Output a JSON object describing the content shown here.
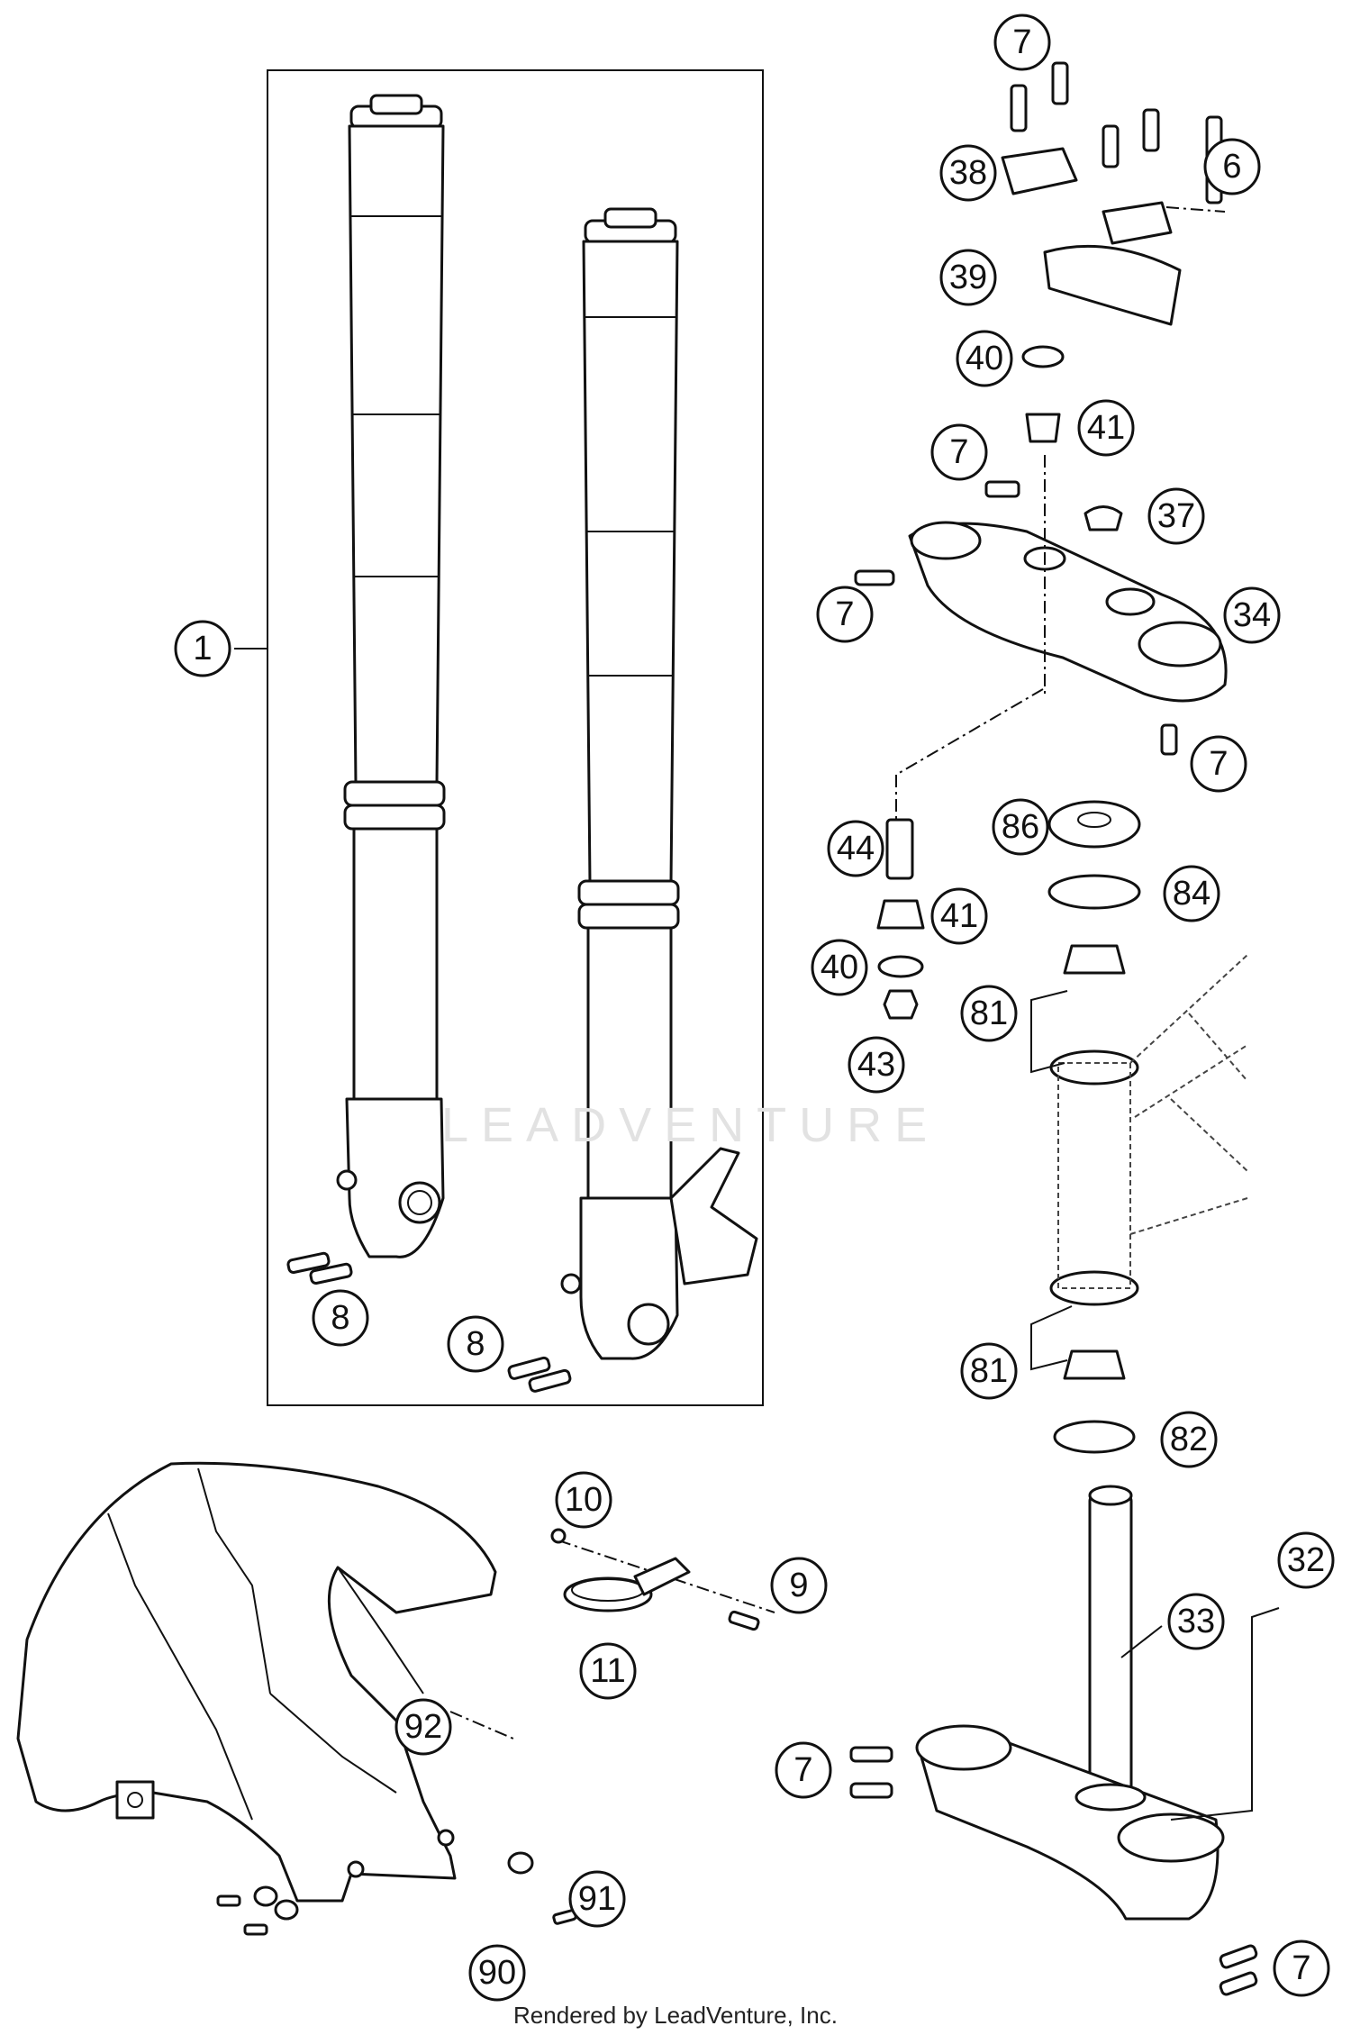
{
  "watermark": "LEADVENTURE",
  "footer": "Rendered by LeadVenture, Inc.",
  "callouts": {
    "c1": "1",
    "c6": "6",
    "c7a": "7",
    "c7b": "7",
    "c7c": "7",
    "c7d": "7",
    "c7e": "7",
    "c7f": "7",
    "c8a": "8",
    "c8b": "8",
    "c9": "9",
    "c10": "10",
    "c11": "11",
    "c32": "32",
    "c33": "33",
    "c34": "34",
    "c37": "37",
    "c38": "38",
    "c39": "39",
    "c40a": "40",
    "c40b": "40",
    "c41a": "41",
    "c41b": "41",
    "c43": "43",
    "c44": "44",
    "c81a": "81",
    "c81b": "81",
    "c82": "82",
    "c84": "84",
    "c86": "86",
    "c90": "90",
    "c91": "91",
    "c92": "92"
  }
}
